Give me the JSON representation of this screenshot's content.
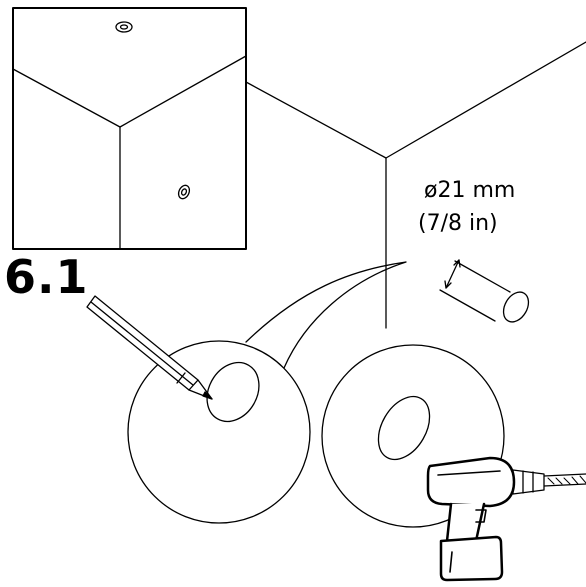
{
  "step": {
    "number": "6.1"
  },
  "hole": {
    "diameter_metric": "ø21 mm",
    "diameter_imperial": "(7/8 in)"
  },
  "icons": {
    "marking_tool": "pencil-icon",
    "drilling_tool": "drill-icon"
  },
  "colors": {
    "line": "#000000",
    "background": "#ffffff"
  }
}
